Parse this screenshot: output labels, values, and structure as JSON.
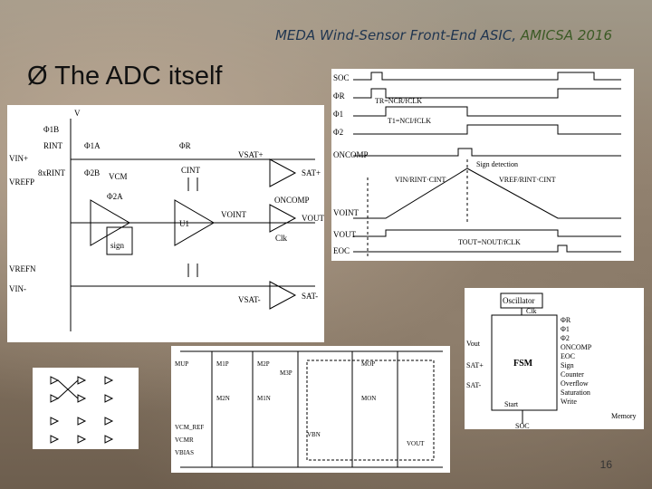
{
  "slide": {
    "header_title": "MEDA Wind-Sensor Front-End ASIC,",
    "header_org": "AMICSA 2016",
    "title_bullet": "Ø",
    "title": "The ADC itself",
    "page_number": "16"
  },
  "circuit": {
    "vcm_top": "V",
    "labels": [
      "Φ1B",
      "RINT",
      "Φ1A",
      "ΦR",
      "VSAT+",
      "VIN+",
      "8xRINT",
      "Φ2B",
      "VCM",
      "CINT",
      "SAT+",
      "VREFP",
      "Φ2A",
      "U1",
      "VOINT",
      "ONCOMP",
      "VOUT",
      "sign",
      "Clk",
      "VREFN",
      "VSAT-",
      "SAT-",
      "VIN-"
    ]
  },
  "timing": {
    "signals": [
      "SOC",
      "ΦR",
      "Φ1",
      "Φ2",
      "ONCOMP",
      "VOINT",
      "VOUT",
      "EOC"
    ],
    "annotations": [
      "TR=NCR/fCLK",
      "T1=NCI/fCLK",
      "VIN/RINT·CINT",
      "Sign detection",
      "VREF/RINT·CINT",
      "TOUT=NOUT/fCLK"
    ]
  },
  "fsm": {
    "title": "Oscillator",
    "clk": "Clk",
    "center": "FSM",
    "inputs": [
      "Vout",
      "SAT+",
      "SAT-"
    ],
    "outputs": [
      "ΦR",
      "Φ1",
      "Φ2",
      "ONCOMP",
      "EOC",
      "Sign",
      "Counter",
      "Overflow",
      "Saturation",
      "Write"
    ],
    "start": "Start",
    "soc": "SOC",
    "memory": "Memory"
  },
  "schematic": {
    "labels": [
      "MUP",
      "M1P",
      "M2P",
      "M3P",
      "MOP",
      "M2N",
      "M1N",
      "MON",
      "VBN",
      "VCM_REF",
      "VCMR",
      "VBIAS",
      "VOUT"
    ]
  }
}
